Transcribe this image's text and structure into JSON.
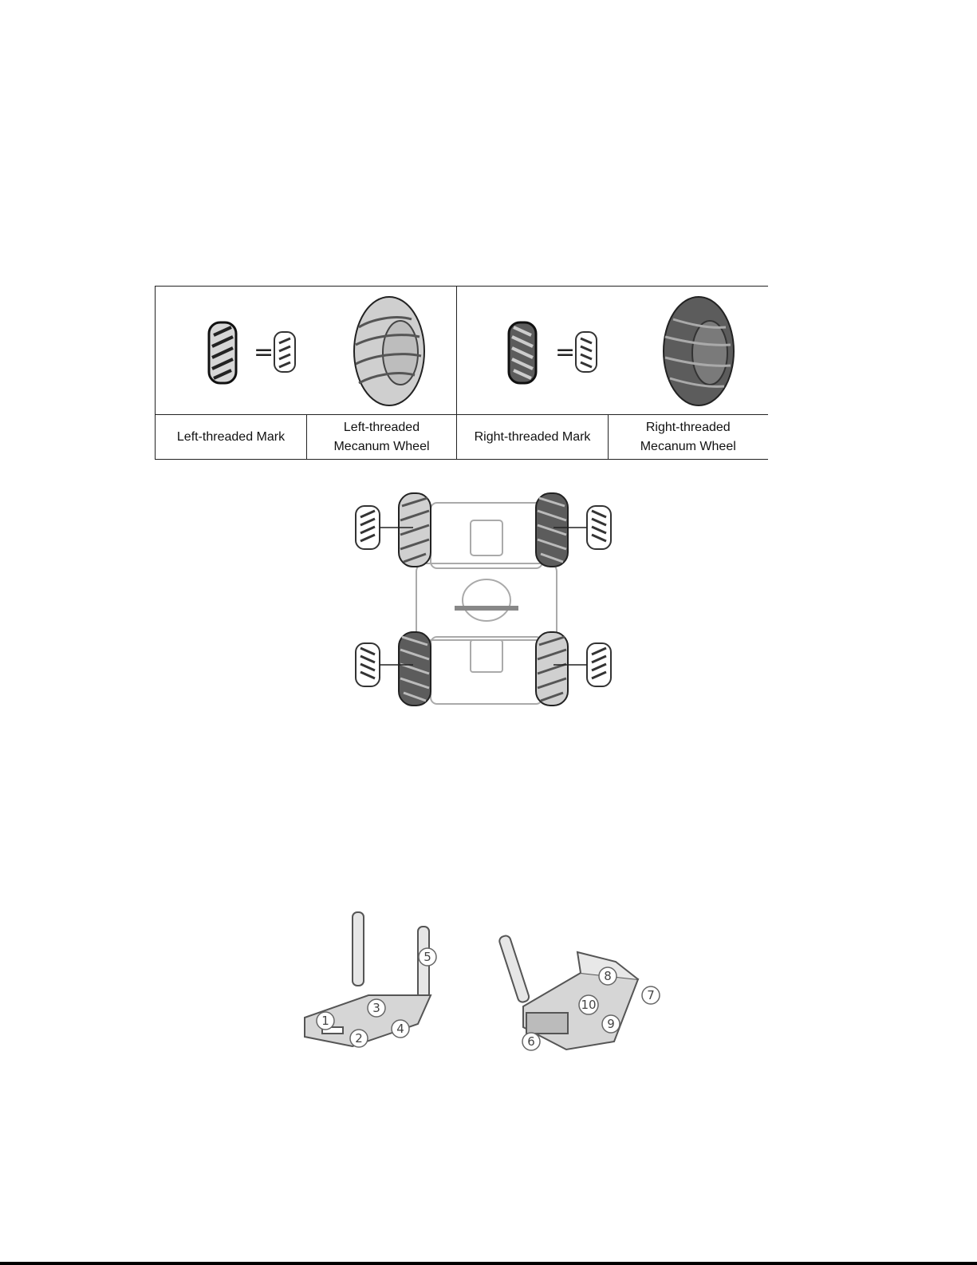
{
  "wheel_table": {
    "left_mark_label": "Left-threaded Mark",
    "left_wheel_label": "Left-threaded\nMecanum Wheel",
    "right_mark_label": "Right-threaded Mark",
    "right_wheel_label": "Right-threaded\nMecanum Wheel"
  },
  "callouts": {
    "c1": "1",
    "c2": "2",
    "c3": "3",
    "c4": "4",
    "c5": "5",
    "c6": "6",
    "c7": "7",
    "c8": "8",
    "c9": "9",
    "c10": "10"
  },
  "colors": {
    "left_wheel": "#c4c4c4",
    "right_wheel": "#5c5c5c",
    "outline": "#222222"
  }
}
